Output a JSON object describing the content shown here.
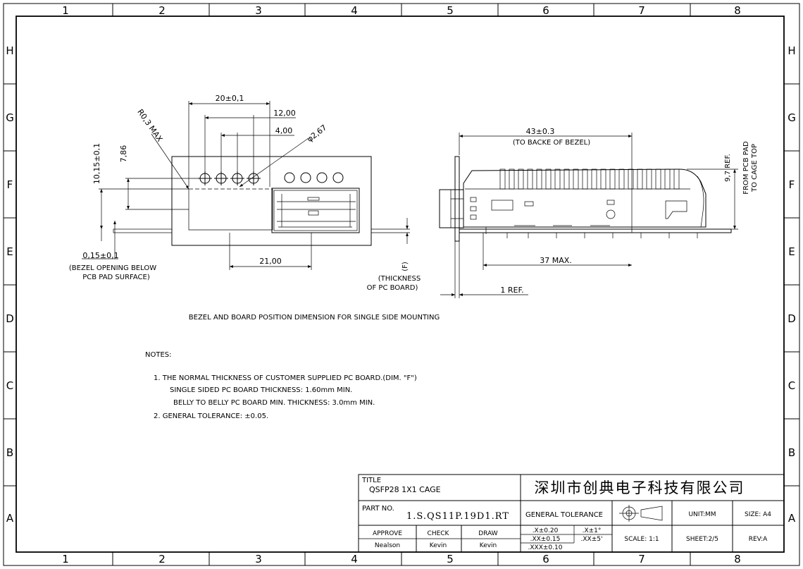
{
  "border": {
    "columns": [
      "1",
      "2",
      "3",
      "4",
      "5",
      "6",
      "7",
      "8"
    ],
    "rows": [
      "H",
      "G",
      "F",
      "E",
      "D",
      "C",
      "B",
      "A"
    ]
  },
  "front_view": {
    "dims": {
      "width_20": "20±0,1",
      "width_12": "12,00",
      "width_4": "4,00",
      "hole_dia": "φ2,67",
      "radius": "R0,3 MAX",
      "height_10": "10,15±0,1",
      "height_7": "7,86",
      "width_21": "21,00",
      "bezel_gap": "0,15±0,1"
    },
    "bezel_note_line1": "(BEZEL OPENING BELOW",
    "bezel_note_line2": "PCB PAD SURFACE)",
    "thickness_symbol": "(F)",
    "thickness_line1": "(THICKNESS",
    "thickness_line2": "OF PC BOARD)"
  },
  "side_view": {
    "dims": {
      "length_43": "43±0.3",
      "length_43_note": "(TO BACKE  OF BEZEL)",
      "height_9_7": "9,7 REF.",
      "from_pcb_line1": "FROM PCB PAD",
      "from_pcb_line2": "TO CAGE TOP",
      "length_37": "37 MAX.",
      "ref_1": "1 REF."
    }
  },
  "caption": "BEZEL AND BOARD POSITION DIMENSION FOR SINGLE SIDE MOUNTING",
  "notes": {
    "title": "NOTES:",
    "line1": "1. THE NORMAL THICKNESS OF CUSTOMER SUPPLIED PC BOARD.(DIM. \"F\")",
    "line2": "SINGLE SIDED PC BOARD THICKNESS: 1.60mm MIN.",
    "line3": "BELLY TO BELLY PC BOARD MIN. THICKNESS:   3.0mm  MIN.",
    "line4": "2. GENERAL TOLERANCE: ±0.05."
  },
  "title_block": {
    "title_label": "TITLE",
    "title_value": "QSFP28  1X1  CAGE",
    "company": "深圳市创典电子科技有限公司",
    "part_no_label": "PART NO.",
    "part_no_value": "1.S.QS11P.19D1.RT",
    "general_tolerance": "GENERAL TOLERANCE",
    "unit": "UNIT:MM",
    "size": "SIZE: A4",
    "approve_label": "APPROVE",
    "approve_value": "Nealson",
    "check_label": "CHECK",
    "check_value": "Kevin",
    "draw_label": "DRAW",
    "draw_value": "Kevin",
    "tol_x": ".X±0.20",
    "tol_xx": ".XX±0.15",
    "tol_xxx": ".XXX±0.10",
    "tol_angle_x": ".X±1°",
    "tol_angle_xx": ".XX±5'",
    "scale": "SCALE:  1:1",
    "sheet": "SHEET:2/5",
    "rev": "REV:A"
  }
}
